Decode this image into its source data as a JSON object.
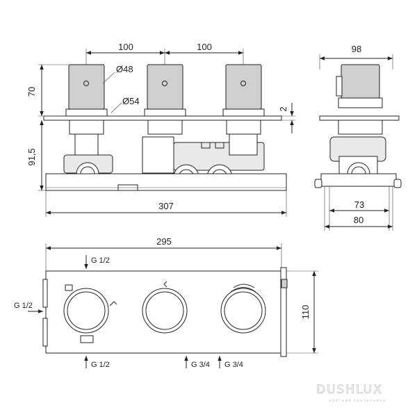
{
  "dimensions": {
    "knob_spacing_left": "100",
    "knob_spacing_right": "100",
    "knob_diameter": "Ø48",
    "rosette_diameter": "Ø54",
    "knob_height": "70",
    "body_height": "91,5",
    "plate_gap": "2",
    "total_width": "307",
    "side_depth": "98",
    "side_mount_depth": "73",
    "side_base_depth": "80",
    "front_width": "295",
    "front_height": "110"
  },
  "connections": {
    "top_inlet": "G 1/2",
    "left_inlet": "G 1/2",
    "bottom_inlet": "G 1/2",
    "outlet_1": "G 3/4",
    "outlet_2": "G 3/4"
  },
  "watermark": {
    "brand": "DUSHLUX",
    "tagline": "элитная сантехника"
  }
}
